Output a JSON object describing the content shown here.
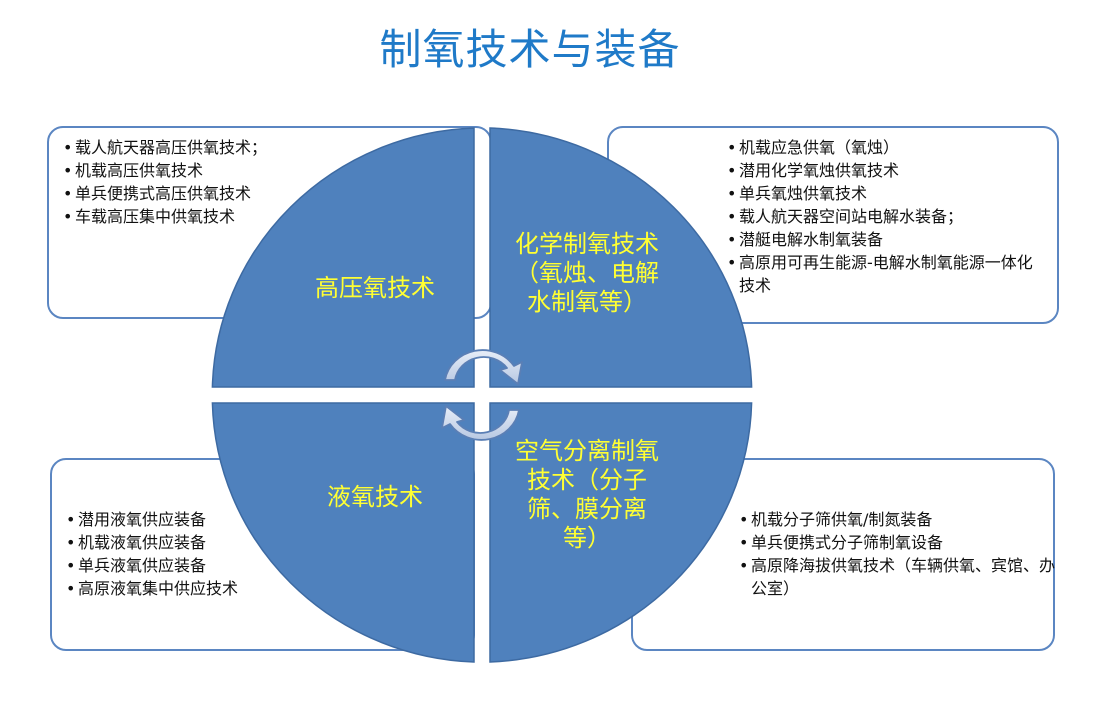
{
  "title": "制氧技术与装备",
  "quadrants": {
    "top_left": "高压氧技术",
    "top_right": "化学制氧技术（氧烛、电解水制氧等）",
    "bottom_left": "液氧技术",
    "bottom_right": "空气分离制氧技术（分子筛、膜分离等）"
  },
  "lists": {
    "top_left": [
      "载人航天器高压供氧技术；",
      "机载高压供氧技术",
      "单兵便携式高压供氧技术",
      "车载高压集中供氧技术"
    ],
    "top_right": [
      "机载应急供氧（氧烛）",
      "潜用化学氧烛供氧技术",
      "单兵氧烛供氧技术",
      "载人航天器空间站电解水装备；",
      "潜艇电解水制氧装备",
      "高原用可再生能源-电解水制氧能源一体化技术"
    ],
    "bottom_left": [
      "潜用液氧供应装备",
      "机载液氧供应装备",
      "单兵液氧供应装备",
      "高原液氧集中供应技术"
    ],
    "bottom_right": [
      "机载分子筛供氧/制氮装备",
      "单兵便携式分子筛制氧设备",
      "高原降海拔供氧技术（车辆供氧、宾馆、办公室）"
    ]
  },
  "colors": {
    "title": "#1f7ac8",
    "quadrant_fill": "#4f81bd",
    "quadrant_text": "#ffff33",
    "box_border": "#5b86c2"
  },
  "icons": [
    "cycle-arrow-icon",
    "cycle-arrow-icon"
  ]
}
